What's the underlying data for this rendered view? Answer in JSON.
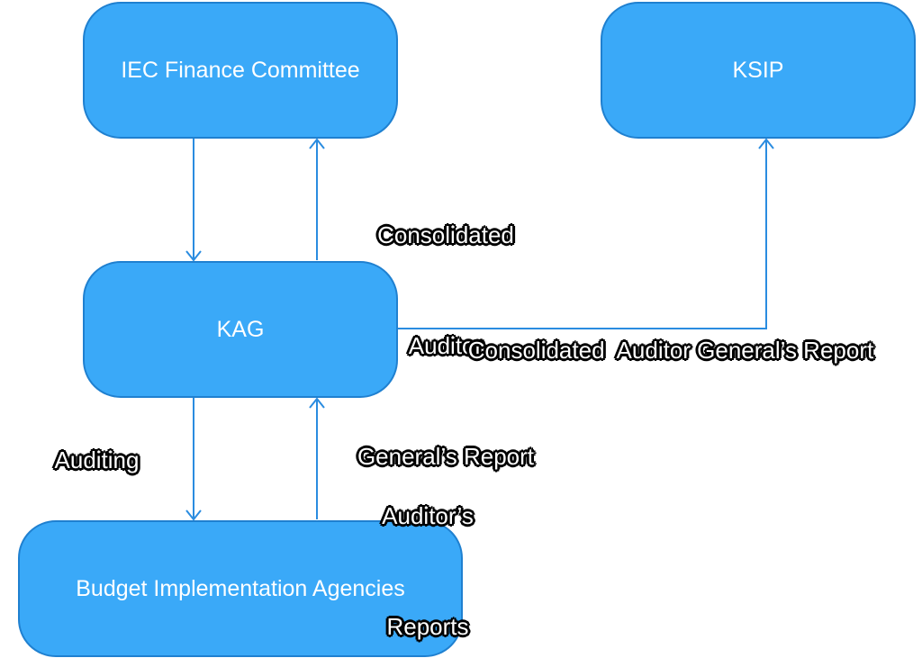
{
  "nodes": {
    "iec": "IEC Finance Committee",
    "ksip": "KSIP",
    "kag": "KAG",
    "bia": "Budget Implementation Agencies"
  },
  "edges": {
    "kag_to_iec": [
      "Consolidated",
      "Auditor",
      "General’s Report"
    ],
    "kag_to_ksip": "Consolidated  Auditor General’s Report",
    "kag_to_bia": "Auditing",
    "bia_to_kag": [
      "Auditor’s",
      "Reports"
    ]
  },
  "colors": {
    "node_fill": "#3aa9f8",
    "node_border": "#1f80d0",
    "edge": "#2a8ce0"
  }
}
